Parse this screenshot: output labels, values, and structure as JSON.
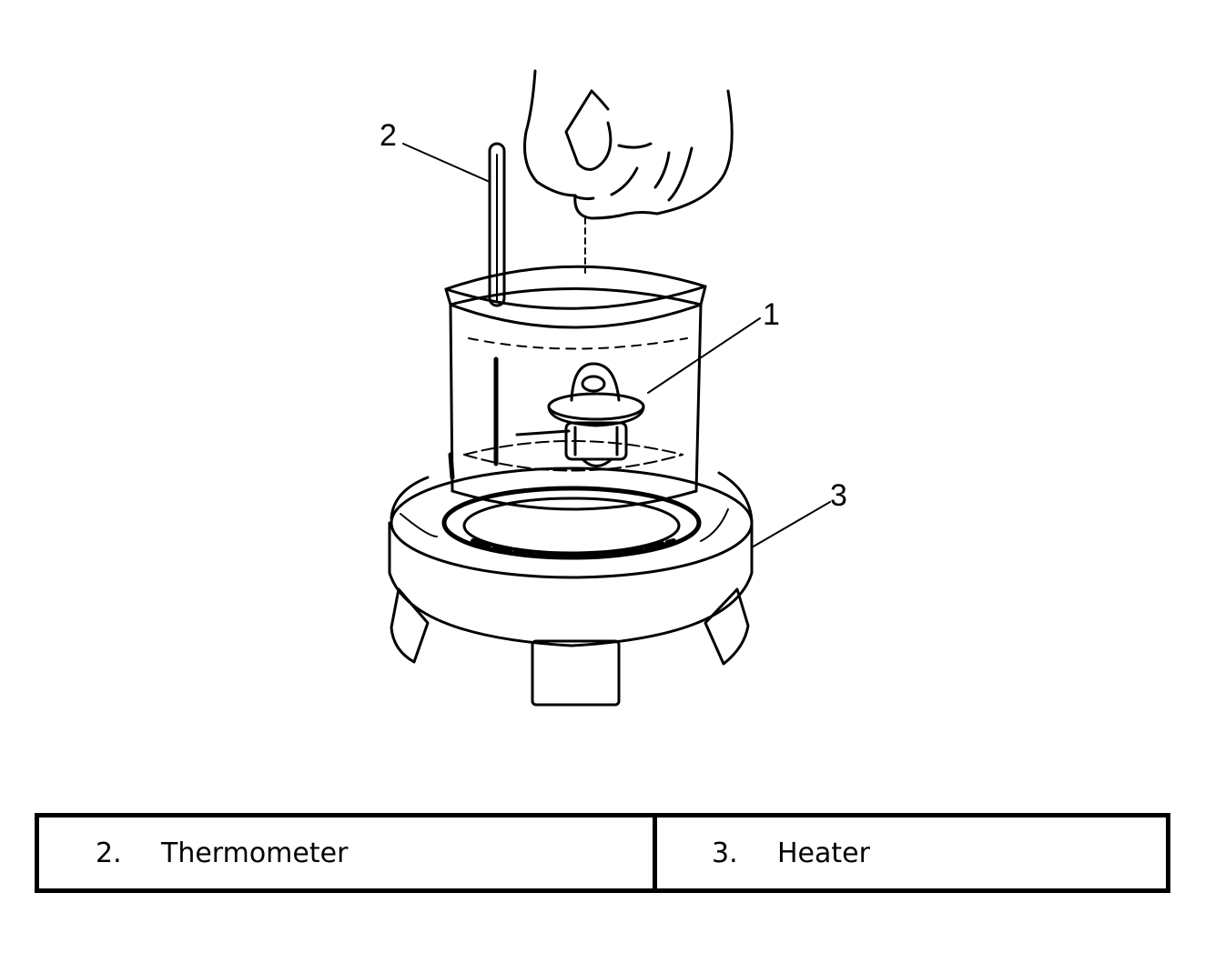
{
  "callouts": {
    "thermostat": "1",
    "thermometer": "2",
    "heater": "3"
  },
  "legend": [
    {
      "number": "2.",
      "label": "Thermometer"
    },
    {
      "number": "3.",
      "label": "Heater"
    }
  ]
}
